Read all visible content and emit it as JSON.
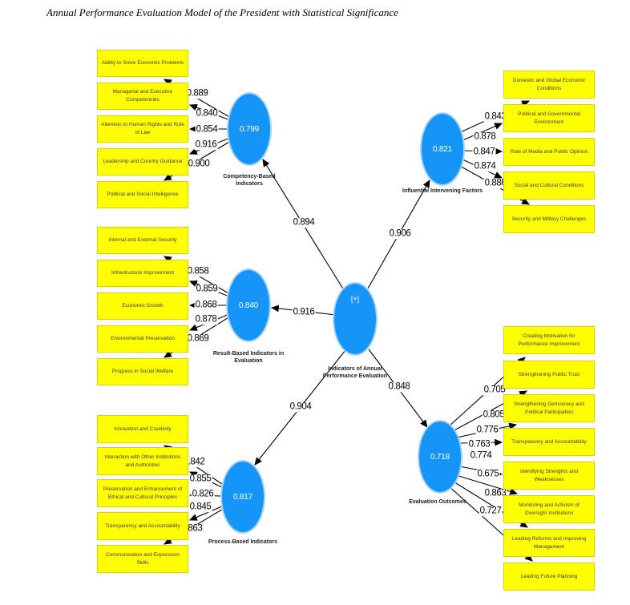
{
  "title": "Annual Performance Evaluation Model of the President with Statistical Significance",
  "center": {
    "symbol": "[+]",
    "label": "Indicators of Annual Performance Evaluation"
  },
  "clusters": [
    {
      "id": "competency",
      "value": "0.799",
      "label": "Competency-Based Indicators",
      "path_from_center": "0.894",
      "indicators": [
        {
          "text": "Ability to Solve Economic Problems",
          "loading": "0.889"
        },
        {
          "text": "Managerial and Executive Competencies",
          "loading": "0.840"
        },
        {
          "text": "Attention to Human Rights and Rule of Law",
          "loading": "0.854"
        },
        {
          "text": "Leadership and Country Guidance",
          "loading": "0.916"
        },
        {
          "text": "Political and Social Intelligence",
          "loading": "0.900"
        }
      ]
    },
    {
      "id": "result",
      "value": "0.840",
      "label": "Result-Based Indicators in Evaluation",
      "path_from_center": "0.916",
      "indicators": [
        {
          "text": "Internal and External Security",
          "loading": "0.858"
        },
        {
          "text": "Infrastructure Improvement",
          "loading": "0.859"
        },
        {
          "text": "Economic Growth",
          "loading": "0.868"
        },
        {
          "text": "Environmental Preservation",
          "loading": "0.878"
        },
        {
          "text": "Progress in Social Welfare",
          "loading": "0.869"
        }
      ]
    },
    {
      "id": "process",
      "value": "0.817",
      "label": "Process-Based Indicators",
      "path_from_center": "0.904",
      "indicators": [
        {
          "text": "Innovation and Creativity",
          "loading": "0.842"
        },
        {
          "text": "Interaction with Other Institutions and Authorities",
          "loading": "0.855"
        },
        {
          "text": "Preservation and Enhancement of Ethical and Cultural Principles",
          "loading": "0.826"
        },
        {
          "text": "Transparency and Accountability",
          "loading": "0.845"
        },
        {
          "text": "Communication and Expression Skills",
          "loading": "0.863"
        }
      ]
    },
    {
      "id": "intervening",
      "value": "0.821",
      "label": "Influential Intervening Factors",
      "path_from_center": "0.906",
      "indicators": [
        {
          "text": "Domestic and Global Economic Conditions",
          "loading": "0.843"
        },
        {
          "text": "Political and Governmental Environment",
          "loading": "0.878"
        },
        {
          "text": "Role of Media and Public Opinion",
          "loading": "0.847"
        },
        {
          "text": "Social and Cultural Conditions",
          "loading": "0.874"
        },
        {
          "text": "Security and Military Challenges",
          "loading": "0.886"
        }
      ]
    },
    {
      "id": "outcomes",
      "value": "0.718",
      "label": "Evaluation Outcomes",
      "path_from_center": "0.848",
      "indicators": [
        {
          "text": "Creating Motivation for Performance Improvement",
          "loading": "0.705"
        },
        {
          "text": "Strengthening Public Trust",
          "loading": "0.805"
        },
        {
          "text": "Strengthening Democracy and Political Participation",
          "loading": "0.776"
        },
        {
          "text": "Transparency and Accountability",
          "loading": "0.763"
        },
        {
          "text": "Identifying Strengths and Weaknesses",
          "loading": "0.774"
        },
        {
          "text": "Monitoring and Activism of Oversight Institutions",
          "loading": "0.675"
        },
        {
          "text": "Leading Reforms and Improving Management",
          "loading": "0.863"
        },
        {
          "text": "Leading Future Planning",
          "loading": "0.727"
        }
      ]
    }
  ],
  "colors": {
    "ellipse_fill": "#1595f7",
    "ellipse_halo": "#aad4f3",
    "box_fill": "#ffff00",
    "box_border": "#d6d300",
    "arrow": "#000000"
  }
}
